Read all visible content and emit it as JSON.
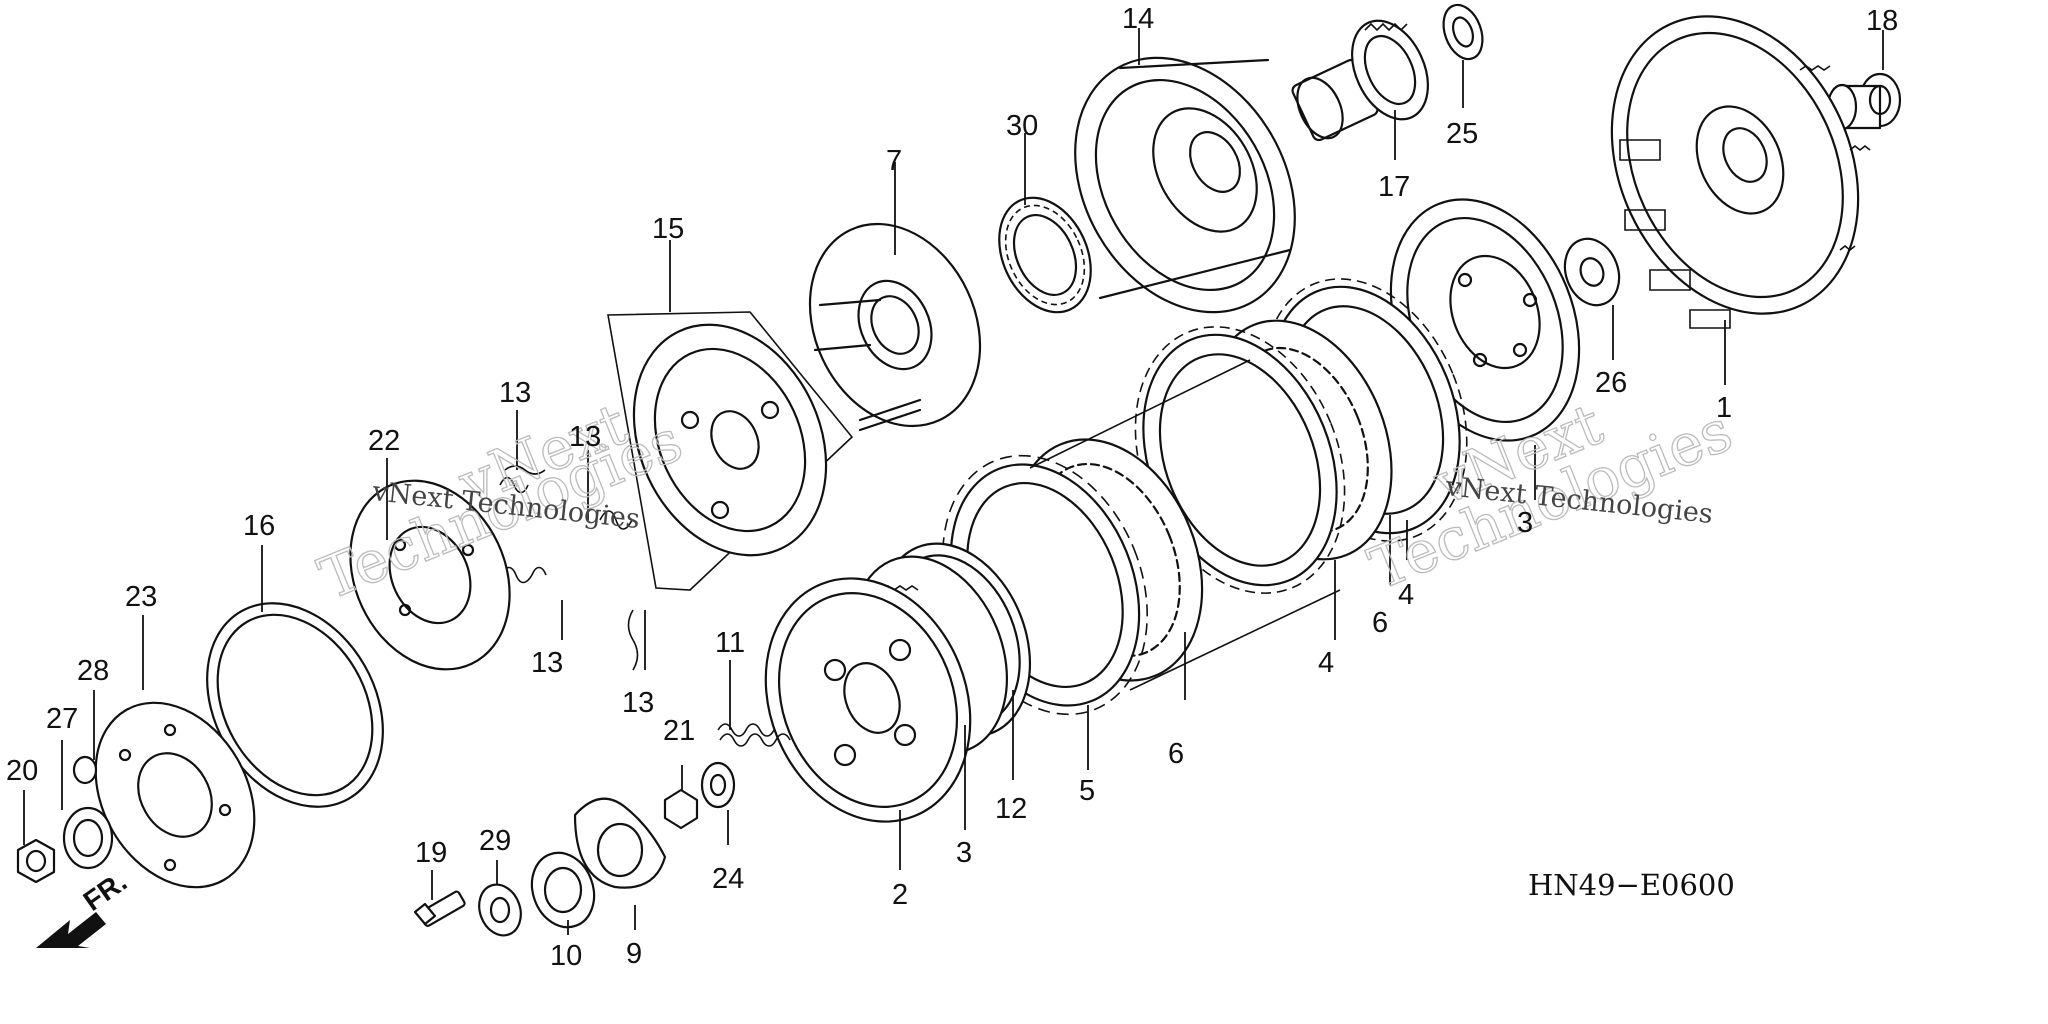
{
  "diagram": {
    "part_code": "HN49−E0600",
    "direction_label": "FR.",
    "watermark": {
      "line1": "vNext",
      "line2": "Technologies",
      "caption": "vNext Technologies"
    },
    "callouts": [
      {
        "id": "c14",
        "text": "14"
      },
      {
        "id": "c18",
        "text": "18"
      },
      {
        "id": "c25",
        "text": "25"
      },
      {
        "id": "c17",
        "text": "17"
      },
      {
        "id": "c30",
        "text": "30"
      },
      {
        "id": "c7",
        "text": "7"
      },
      {
        "id": "c15",
        "text": "15"
      },
      {
        "id": "c26",
        "text": "26"
      },
      {
        "id": "c1",
        "text": "1"
      },
      {
        "id": "c13a",
        "text": "13"
      },
      {
        "id": "c13b",
        "text": "13"
      },
      {
        "id": "c22",
        "text": "22"
      },
      {
        "id": "c16",
        "text": "16"
      },
      {
        "id": "c13c",
        "text": "13"
      },
      {
        "id": "c13d",
        "text": "13"
      },
      {
        "id": "c23",
        "text": "23"
      },
      {
        "id": "c28",
        "text": "28"
      },
      {
        "id": "c27",
        "text": "27"
      },
      {
        "id": "c20",
        "text": "20"
      },
      {
        "id": "c11",
        "text": "11"
      },
      {
        "id": "c21",
        "text": "21"
      },
      {
        "id": "c24",
        "text": "24"
      },
      {
        "id": "c19",
        "text": "19"
      },
      {
        "id": "c29",
        "text": "29"
      },
      {
        "id": "c10",
        "text": "10"
      },
      {
        "id": "c9",
        "text": "9"
      },
      {
        "id": "c2",
        "text": "2"
      },
      {
        "id": "c3a",
        "text": "3"
      },
      {
        "id": "c12",
        "text": "12"
      },
      {
        "id": "c5",
        "text": "5"
      },
      {
        "id": "c6a",
        "text": "6"
      },
      {
        "id": "c4a",
        "text": "4"
      },
      {
        "id": "c6b",
        "text": "6"
      },
      {
        "id": "c4b",
        "text": "4"
      },
      {
        "id": "c3b",
        "text": "3"
      }
    ]
  }
}
